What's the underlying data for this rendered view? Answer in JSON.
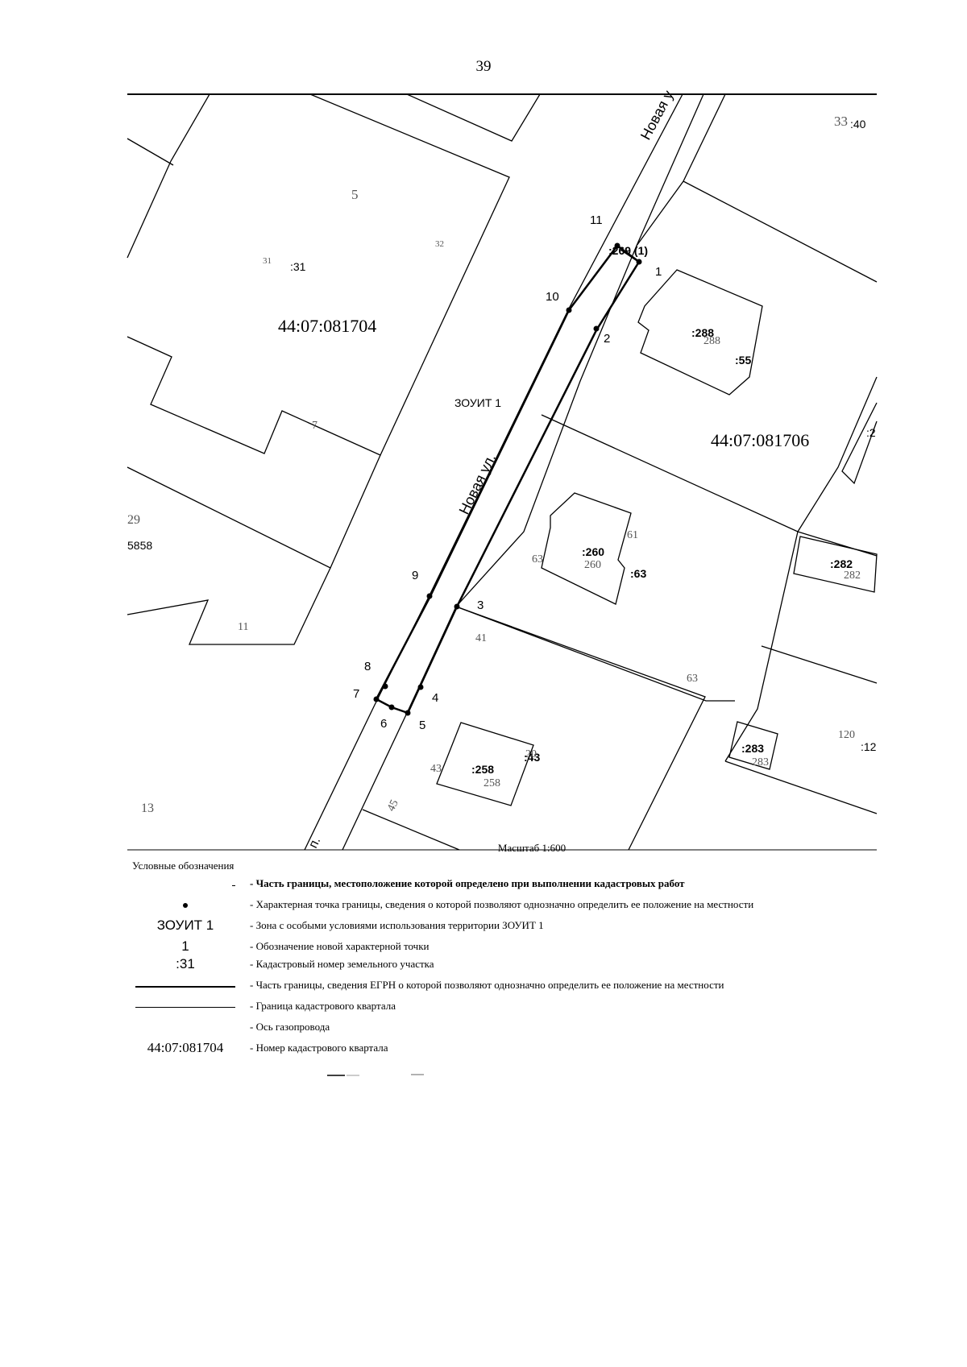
{
  "page_number": "39",
  "map": {
    "quarter_labels": [
      "44:07:081704",
      "44:07:081706"
    ],
    "zone_label": "ЗОУИТ 1",
    "street_labels": [
      "Новая ул.",
      "Новая у",
      "п."
    ],
    "point_labels": [
      "1",
      "2",
      "3",
      "4",
      "5",
      "6",
      "7",
      "8",
      "9",
      "10",
      "11"
    ],
    "parcel_labels": [
      ":31",
      ":269 (1)",
      ":288",
      ":55",
      ":260",
      ":63",
      ":258",
      ":43",
      ":282",
      ":283",
      ":12",
      ":40",
      ":2",
      "5858"
    ],
    "faint_labels": [
      "5",
      "31",
      "32",
      "7",
      "11",
      "13",
      "288",
      "260",
      "63",
      "61",
      "41",
      "43",
      "258",
      "20",
      "45",
      "63",
      "120",
      "282",
      "283",
      "33",
      "29"
    ]
  },
  "scale": "Масштаб 1:600",
  "legend": {
    "title": "Условные обозначения",
    "items": [
      {
        "symbol": "",
        "text": "- Часть границы, местоположение которой определено при выполнении кадастровых работ"
      },
      {
        "symbol": "",
        "text": "- Характерная точка границы, сведения о которой позволяют однозначно определить ее положение на местности"
      },
      {
        "symbol": "ЗОУИТ 1",
        "text": "- Зона с особыми условиями использования территории ЗОУИТ 1"
      },
      {
        "symbol": "1",
        "text": "- Обозначение новой характерной точки"
      },
      {
        "symbol": ":31",
        "text": "- Кадастровый номер земельного участка"
      },
      {
        "symbol": "",
        "text": "- Часть границы, сведения ЕГРН о которой позволяют однозначно определить ее положение на местности"
      },
      {
        "symbol": "",
        "text": "- Граница кадастрового квартала"
      },
      {
        "symbol": "",
        "text": "- Ось газопровода"
      },
      {
        "symbol": "44:07:081704",
        "text": "- Номер кадастрового квартала"
      }
    ]
  }
}
